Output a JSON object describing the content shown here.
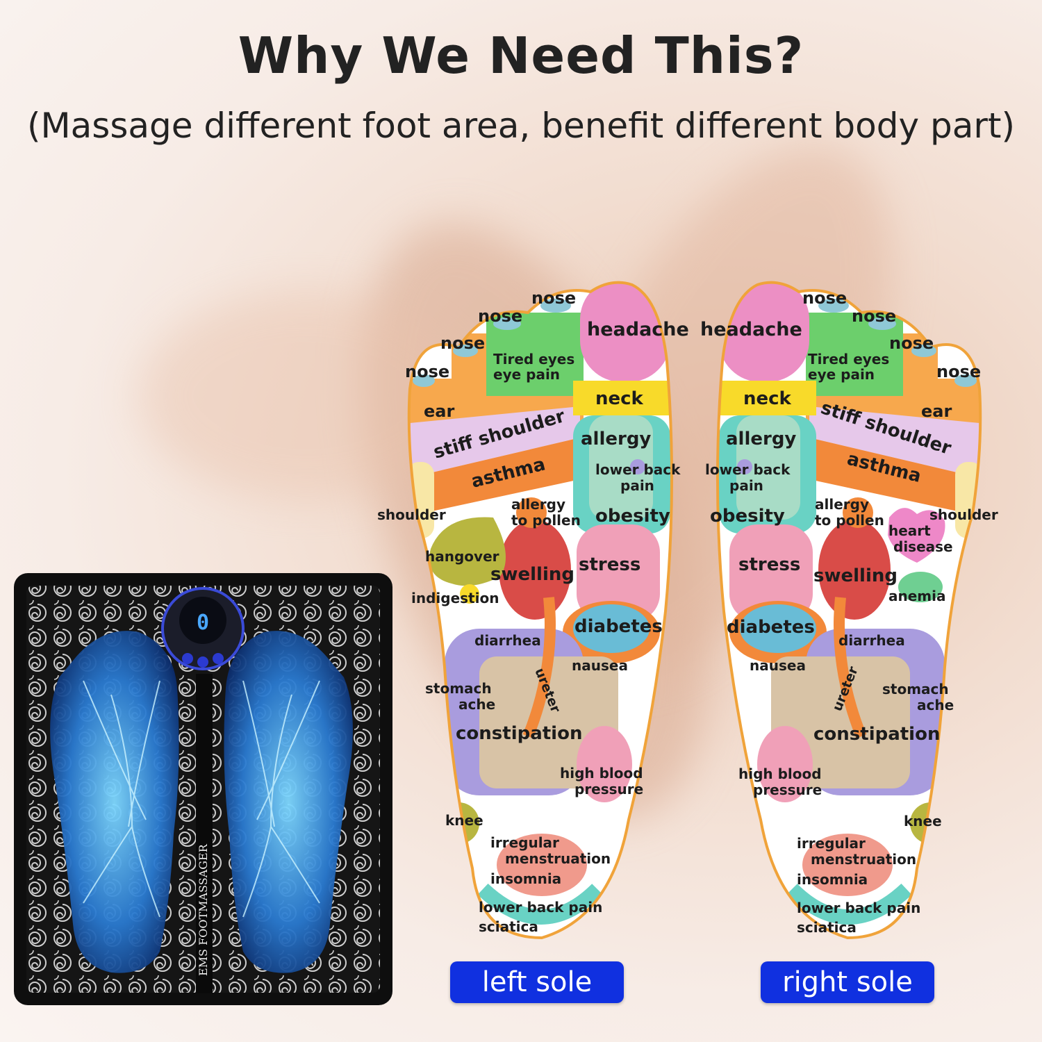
{
  "header": {
    "title": "Why We Need This?",
    "subtitle": "(Massage different foot area, benefit different body part)"
  },
  "mat": {
    "brand_label": "EMS FOOTMASSAGER",
    "display_value": "0"
  },
  "left_sole": {
    "caption": "left sole",
    "labels": {
      "nose": "nose",
      "headache": "headache",
      "tired_eyes": "Tired eyes",
      "eye_pain": "eye pain",
      "ear": "ear",
      "neck": "neck",
      "stiff_shoulder": "stiff shoulder",
      "allergy": "allergy",
      "asthma": "asthma",
      "lower_back": "lower back",
      "pain": "pain",
      "shoulder": "shoulder",
      "allergy2": "allergy",
      "to_pollen": "to pollen",
      "obesity": "obesity",
      "hangover": "hangover",
      "swelling": "swelling",
      "stress": "stress",
      "indigestion": "indigestion",
      "diabetes": "diabetes",
      "diarrhea": "diarrhea",
      "nausea": "nausea",
      "ureter": "ureter",
      "stomach": "stomach",
      "ache": "ache",
      "constipation": "constipation",
      "high_blood": "high blood",
      "pressure": "pressure",
      "knee": "knee",
      "irregular": "irregular",
      "menstruation": "menstruation",
      "insomnia": "insomnia",
      "lower_back_pain": "lower back pain",
      "sciatica": "sciatica"
    }
  },
  "right_sole": {
    "caption": "right sole",
    "labels": {
      "nose": "nose",
      "headache": "headache",
      "tired_eyes": "Tired eyes",
      "eye_pain": "eye pain",
      "ear": "ear",
      "neck": "neck",
      "stiff_shoulder": "stiff shoulder",
      "allergy": "allergy",
      "asthma": "asthma",
      "lower_back": "lower back",
      "pain": "pain",
      "shoulder": "shoulder",
      "allergy2": "allergy",
      "to_pollen": "to pollen",
      "obesity": "obesity",
      "heart": "heart",
      "disease": "disease",
      "swelling": "swelling",
      "stress": "stress",
      "anemia": "anemia",
      "diabetes": "diabetes",
      "diarrhea": "diarrhea",
      "nausea": "nausea",
      "ureter": "ureter",
      "stomach": "stomach",
      "ache": "ache",
      "constipation": "constipation",
      "high_blood": "high blood",
      "pressure": "pressure",
      "knee": "knee",
      "irregular": "irregular",
      "menstruation": "menstruation",
      "insomnia": "insomnia",
      "lower_back_pain": "lower back pain",
      "sciatica": "sciatica"
    }
  },
  "colors": {
    "caption_bg": "#1030e0",
    "headache": "#ec8fc4",
    "neck": "#f8da2a",
    "allergy": "#a8dcc6",
    "teal": "#69d2c4",
    "green_toes": "#6ccf6c",
    "ear": "#f7a84d",
    "stiff_shoulder": "#e6c8ea",
    "asthma": "#f2893a",
    "swelling": "#d94c48",
    "hangover": "#b8b640",
    "diarrhea": "#a99cde",
    "constipation": "#d8c3a6",
    "outline": "#f0a33a"
  }
}
